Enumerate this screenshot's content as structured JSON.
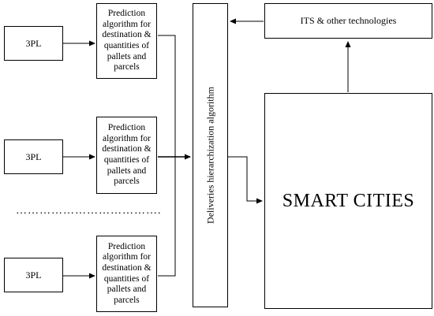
{
  "providers": [
    {
      "label": "3PL",
      "algorithm_label": "Prediction algorithm for destination & quantities of pallets and parcels"
    },
    {
      "label": "3PL",
      "algorithm_label": "Prediction algorithm for destination & quantities of pallets and parcels"
    },
    {
      "label": "3PL",
      "algorithm_label": "Prediction algorithm for destination & quantities of pallets and parcels"
    }
  ],
  "ellipsis": "……………………………….",
  "hub_label": "Deliveries hierarchization algorithm",
  "its_label": "ITS & other technologies",
  "city_label": "SMART CITIES"
}
